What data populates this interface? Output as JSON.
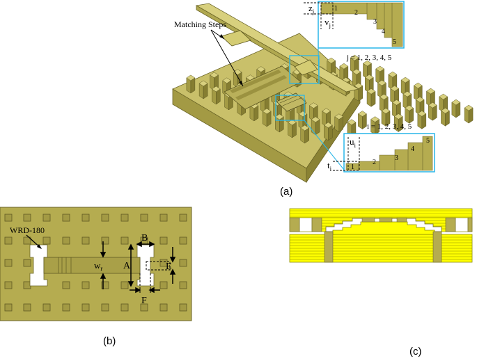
{
  "captions": {
    "a": "(a)",
    "b": "(b)",
    "c": "(c)"
  },
  "panel_a": {
    "callout": "Matching Steps",
    "top_inset": {
      "var_z": "z",
      "sub_z": "j",
      "var_v": "v",
      "sub_v": "j",
      "steps": [
        "1",
        "2",
        "3",
        "4",
        "5"
      ],
      "index_label": "j = 1, 2, 3, 4, 5"
    },
    "bottom_inset": {
      "var_u": "u",
      "sub_u": "i",
      "var_t": "t",
      "sub_t": "i",
      "steps": [
        "1",
        "2",
        "3",
        "4",
        "5"
      ],
      "index_label": "i = 1, 2, 3, 4, 5"
    }
  },
  "panel_b": {
    "waveguide": "WRD-180",
    "dims": {
      "B": "B",
      "A": "A",
      "E": "E",
      "F": "F",
      "w": "w",
      "w_sub": "r"
    }
  },
  "colors": {
    "olive": "#b5ac50",
    "olive_dark": "#8f8736",
    "olive_light": "#d2ca7a",
    "yellow": "#ffff00",
    "cyan": "#29b6e8"
  }
}
